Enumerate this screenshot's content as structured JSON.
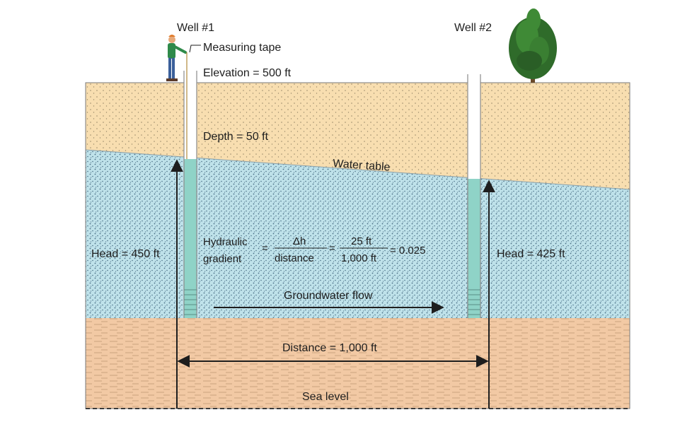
{
  "labels": {
    "well1": "Well #1",
    "well2": "Well #2",
    "measuring_tape": "Measuring tape",
    "elevation": "Elevation = 500 ft",
    "depth": "Depth = 50 ft",
    "water_table": "Water table",
    "head_left": "Head = 450 ft",
    "head_right": "Head = 425 ft",
    "groundwater_flow": "Groundwater flow",
    "distance": "Distance = 1,000 ft",
    "sea_level": "Sea level"
  },
  "formula": {
    "term": [
      "Hydraulic",
      "gradient"
    ],
    "eq1": "=",
    "num1": "Δh",
    "den1": "distance",
    "eq2": "=",
    "num2": "25 ft",
    "den2": "1,000 ft",
    "result": "= 0.025"
  },
  "colors": {
    "unsaturated": "#f8deb0",
    "saturated": "#bfe2ea",
    "bedrock": "#f2c9a4",
    "well_water": "#8fd3c7",
    "outline": "#7a7a7a"
  },
  "icons": {
    "person": "person-icon",
    "tree": "tree-icon"
  }
}
